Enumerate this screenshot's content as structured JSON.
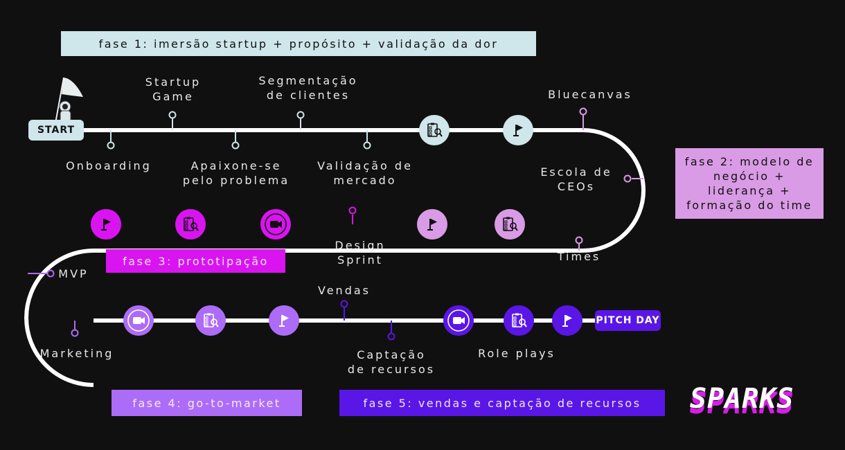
{
  "colors": {
    "background": "#111010",
    "track": "#ffffff",
    "phase1": "#cfe6ea",
    "phase2": "#d99be5",
    "phase3": "#d914f0",
    "phase4": "#ad6cf7",
    "phase5": "#5a16e6",
    "logo_shadow": "#d41fe8"
  },
  "phases": [
    {
      "label": "fase 1: imersão startup + propósito + validação da dor"
    },
    {
      "label": "fase 2: modelo de negócio + liderança + formação do time"
    },
    {
      "label": "fase 3: prototipação"
    },
    {
      "label": "fase 4: go-to-market"
    },
    {
      "label": "fase 5: vendas e captação de recursos"
    }
  ],
  "start_label": "START",
  "end_label": "PITCH DAY",
  "logo": "SPARKS",
  "milestones": [
    {
      "label": "Onboarding",
      "phase": 1
    },
    {
      "label": "Startup Game",
      "phase": 1
    },
    {
      "label": "Apaixone-se pelo problema",
      "phase": 1
    },
    {
      "label": "Segmentação de clientes",
      "phase": 1
    },
    {
      "label": "Validação de mercado",
      "phase": 1
    },
    {
      "label": "Bluecanvas",
      "phase": 2
    },
    {
      "label": "Escola de CEOs",
      "phase": 2
    },
    {
      "label": "Times",
      "phase": 2
    },
    {
      "label": "Design Sprint",
      "phase": 3
    },
    {
      "label": "MVP",
      "phase": 3
    },
    {
      "label": "Marketing",
      "phase": 4
    },
    {
      "label": "Vendas",
      "phase": 5
    },
    {
      "label": "Captação de recursos",
      "phase": 5
    },
    {
      "label": "Role plays",
      "phase": 5
    }
  ],
  "labels": {
    "onboarding": "Onboarding",
    "startup_1": "Startup",
    "startup_2": "Game",
    "apaixone_1": "Apaixone-se",
    "apaixone_2": "pelo problema",
    "segment_1": "Segmentação",
    "segment_2": "de clientes",
    "validacao_1": "Validação de",
    "validacao_2": "mercado",
    "bluecanvas": "Bluecanvas",
    "escola_1": "Escola de",
    "escola_2": "CEOs",
    "times": "Times",
    "design_1": "Design",
    "design_2": "Sprint",
    "mvp": "MVP",
    "marketing": "Marketing",
    "vendas": "Vendas",
    "captacao_1": "Captação",
    "captacao_2": "de recursos",
    "roleplays": "Role plays"
  },
  "phase2_lines": [
    "fase 2: modelo de",
    "negócio +",
    "liderança +",
    "formação do time"
  ],
  "icons": [
    "checklist-icon",
    "flag-icon",
    "video-camera-icon"
  ]
}
